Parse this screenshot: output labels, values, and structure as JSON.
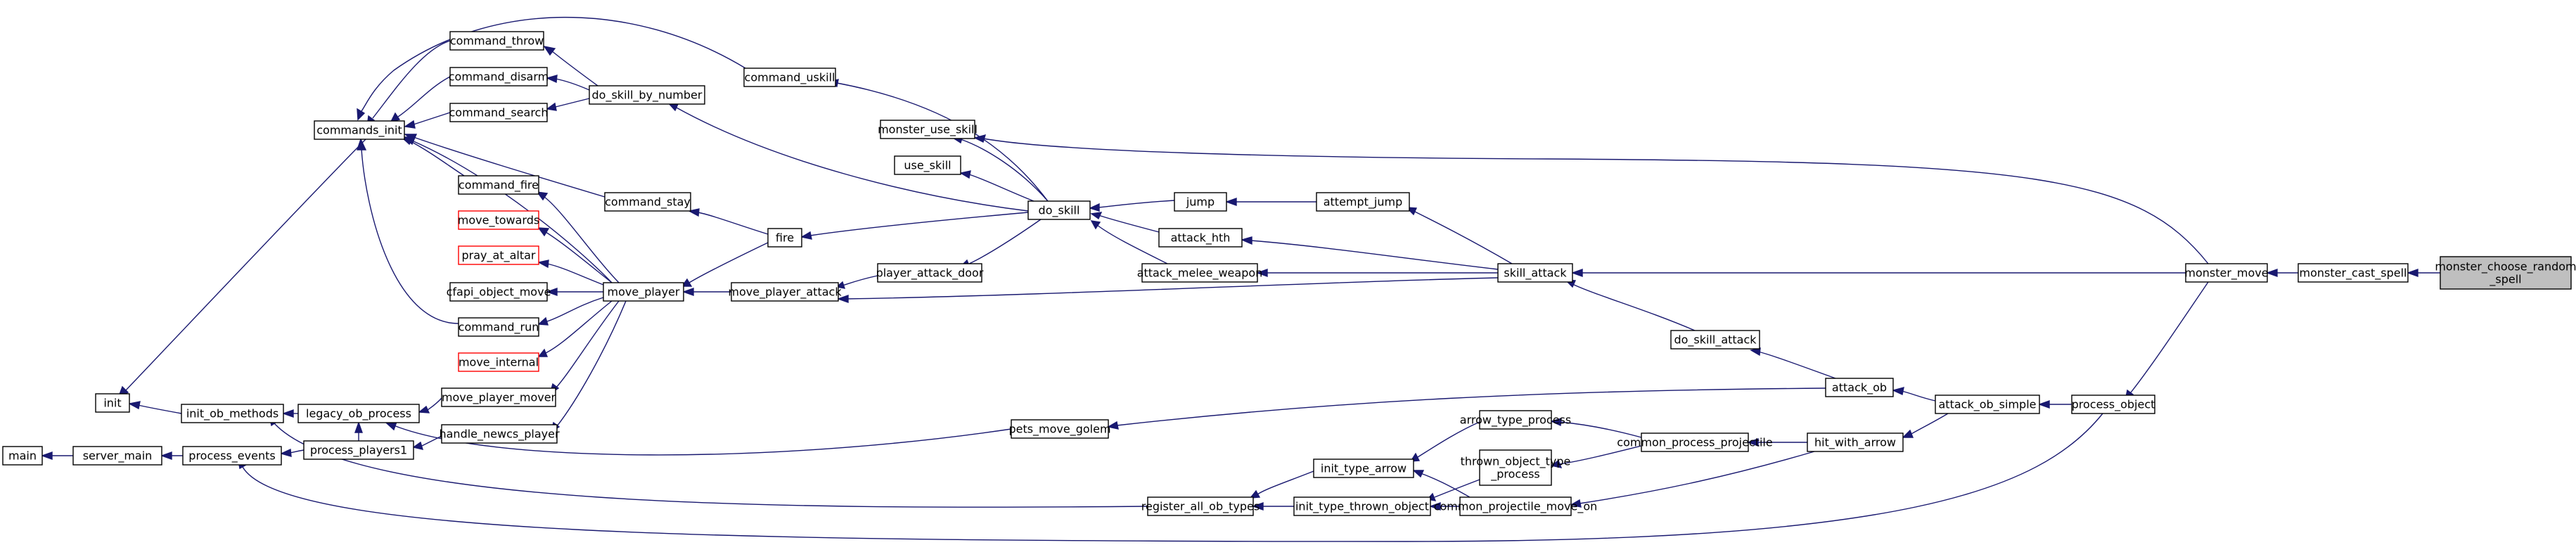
{
  "graph": {
    "nodes": {
      "main": "main",
      "server_main": "server_main",
      "process_events": "process_events",
      "init": "init",
      "init_ob_methods": "init_ob_methods",
      "commands_init": "commands_init",
      "legacy_ob_process": "legacy_ob_process",
      "process_players1": "process_players1",
      "command_throw": "command_throw",
      "command_disarm": "command_disarm",
      "command_search": "command_search",
      "command_fire": "command_fire",
      "command_run": "command_run",
      "command_uskill": "command_uskill",
      "command_stay": "command_stay",
      "do_skill_by_number": "do_skill_by_number",
      "move_towards": "move_towards",
      "pray_at_altar": "pray_at_altar",
      "cfapi_object_move": "cfapi_object_move",
      "move_internal": "move_internal",
      "move_player": "move_player",
      "move_player_mover": "move_player_mover",
      "handle_newcs_player": "handle_newcs_player",
      "fire": "fire",
      "move_player_attack": "move_player_attack",
      "monster_use_skill": "monster_use_skill",
      "use_skill": "use_skill",
      "do_skill": "do_skill",
      "player_attack_door": "player_attack_door",
      "pets_move_golem": "pets_move_golem",
      "jump": "jump",
      "attack_hth": "attack_hth",
      "attack_melee_weapon": "attack_melee_weapon",
      "register_all_ob_types": "register_all_ob_types",
      "init_type_arrow": "init_type_arrow",
      "init_type_thrown_object": "init_type_thrown_object",
      "attempt_jump": "attempt_jump",
      "arrow_type_process": "arrow_type_process",
      "thrown_object_type_process": [
        "thrown_object_type",
        "_process"
      ],
      "common_projectile_move_on": "common_projectile_move_on",
      "skill_attack": "skill_attack",
      "common_process_projectile": "common_process_projectile",
      "do_skill_attack": "do_skill_attack",
      "hit_with_arrow": "hit_with_arrow",
      "attack_ob": "attack_ob",
      "attack_ob_simple": "attack_ob_simple",
      "process_object": "process_object",
      "monster_move": "monster_move",
      "monster_cast_spell": "monster_cast_spell",
      "monster_choose_random_spell": [
        "monster_choose_random",
        "_spell"
      ]
    }
  }
}
